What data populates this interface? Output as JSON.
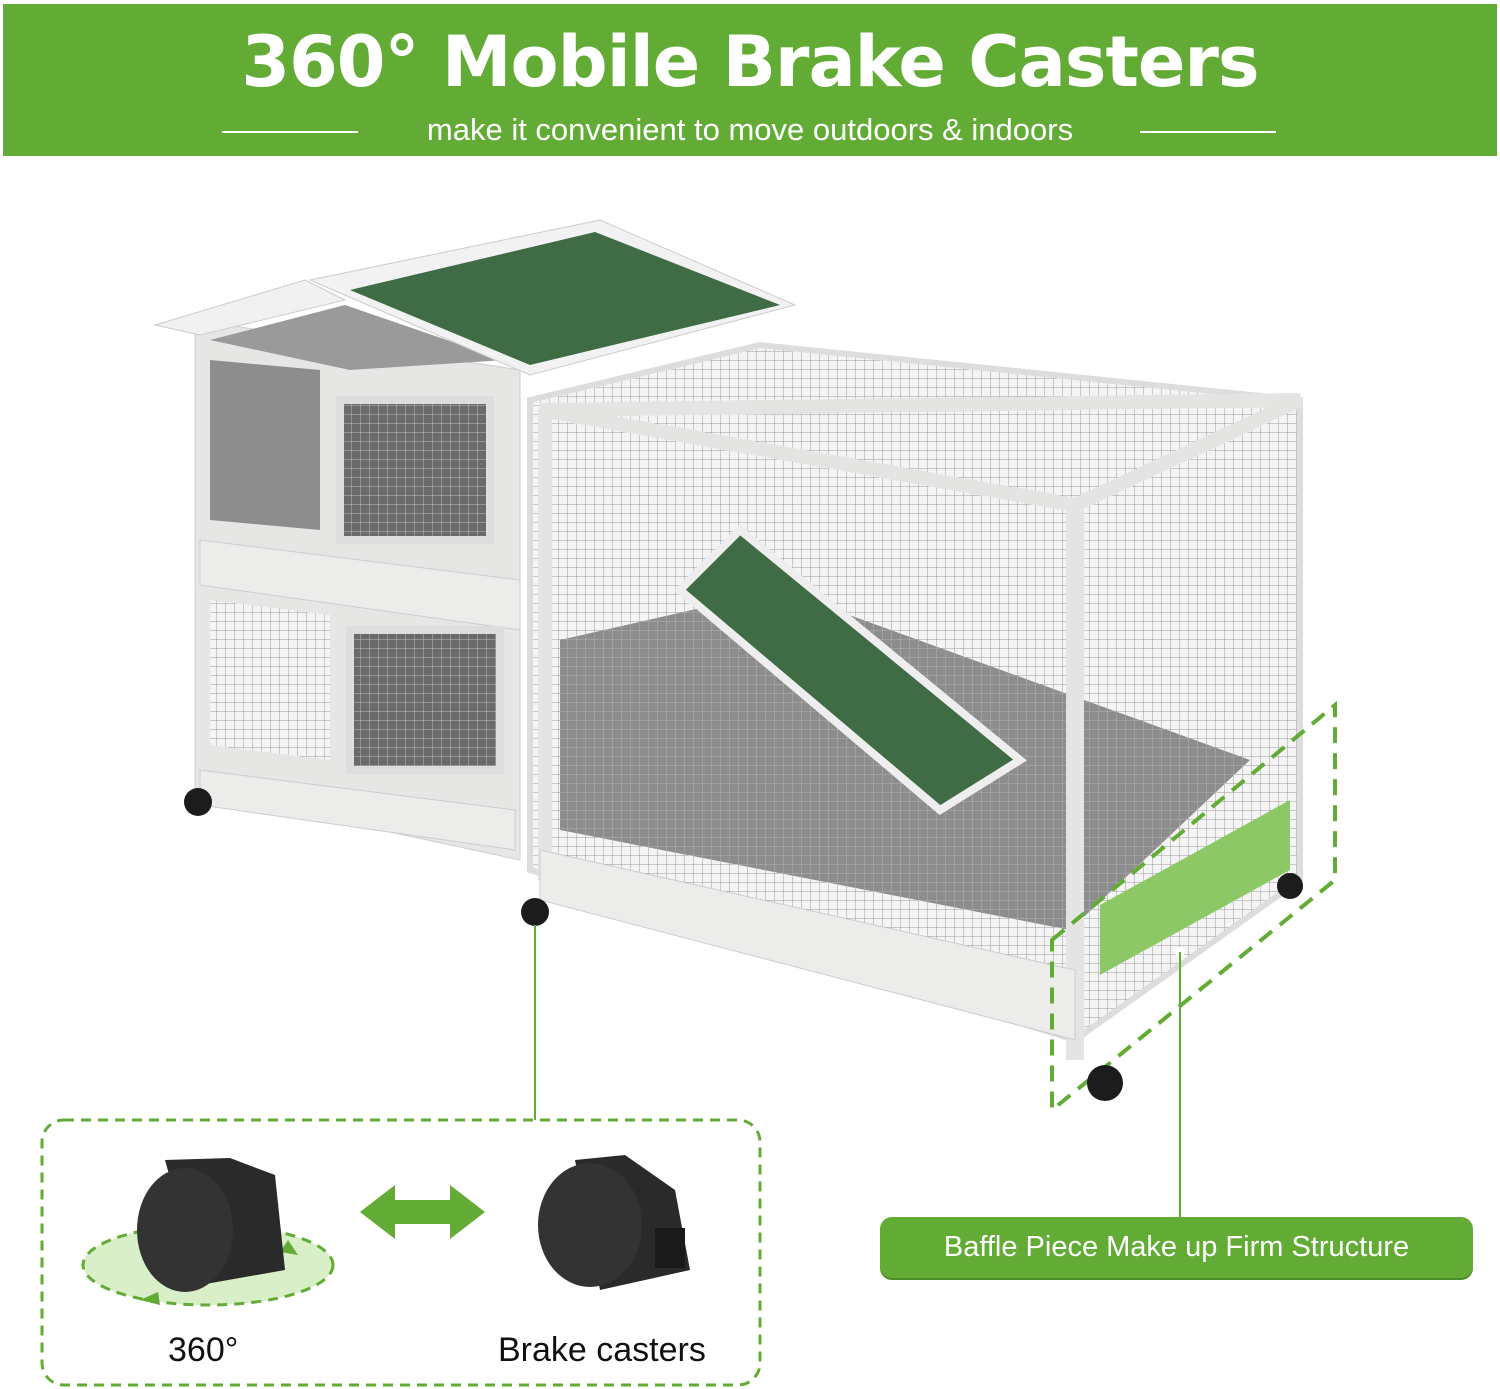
{
  "header": {
    "title": "360° Mobile Brake Casters",
    "subtitle": "make it convenient to move outdoors & indoors"
  },
  "caster_panel": {
    "swivel_label": "360°",
    "brake_label": "Brake casters"
  },
  "callout": {
    "baffle_label": "Baffle Piece Make up Firm Structure"
  },
  "colors": {
    "brand_green": "#62ac36",
    "light_green": "#d9efc8",
    "roof_green": "#3f6b45",
    "wood": "#e9e9e7"
  }
}
